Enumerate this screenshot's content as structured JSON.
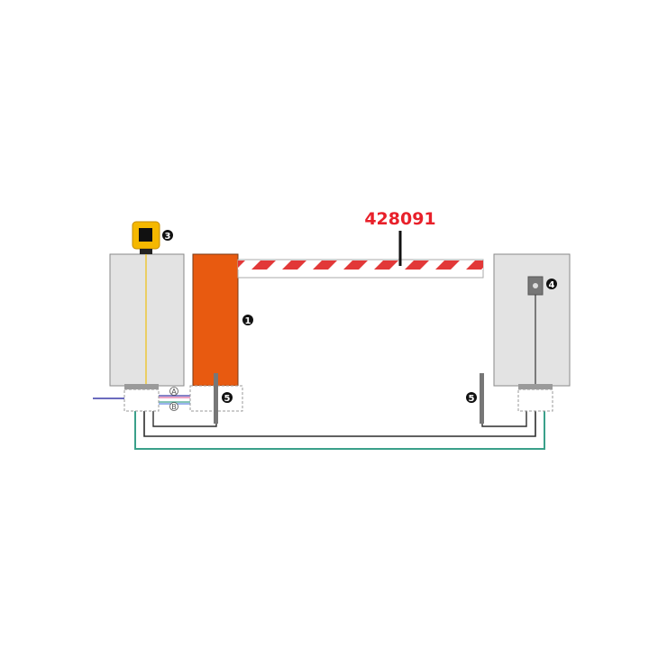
{
  "part_number": "428091",
  "callouts": {
    "barrier_cabinet": "1",
    "flashing_light": "3",
    "receiver": "4",
    "photocell_left": "5",
    "photocell_right": "5"
  },
  "wire_labels": {
    "a": "A",
    "b": "B"
  },
  "colors": {
    "part_number": "#e8202a",
    "barrier_cabinet": "#e85a10",
    "column": "#e3e3e3",
    "flashing_light_housing": "#f5b800",
    "boom_stripe": "#e23838",
    "loop_green": "#3aa08a",
    "loop_dark": "#2d2d2d",
    "wire_blue": "#3a3aa8"
  }
}
